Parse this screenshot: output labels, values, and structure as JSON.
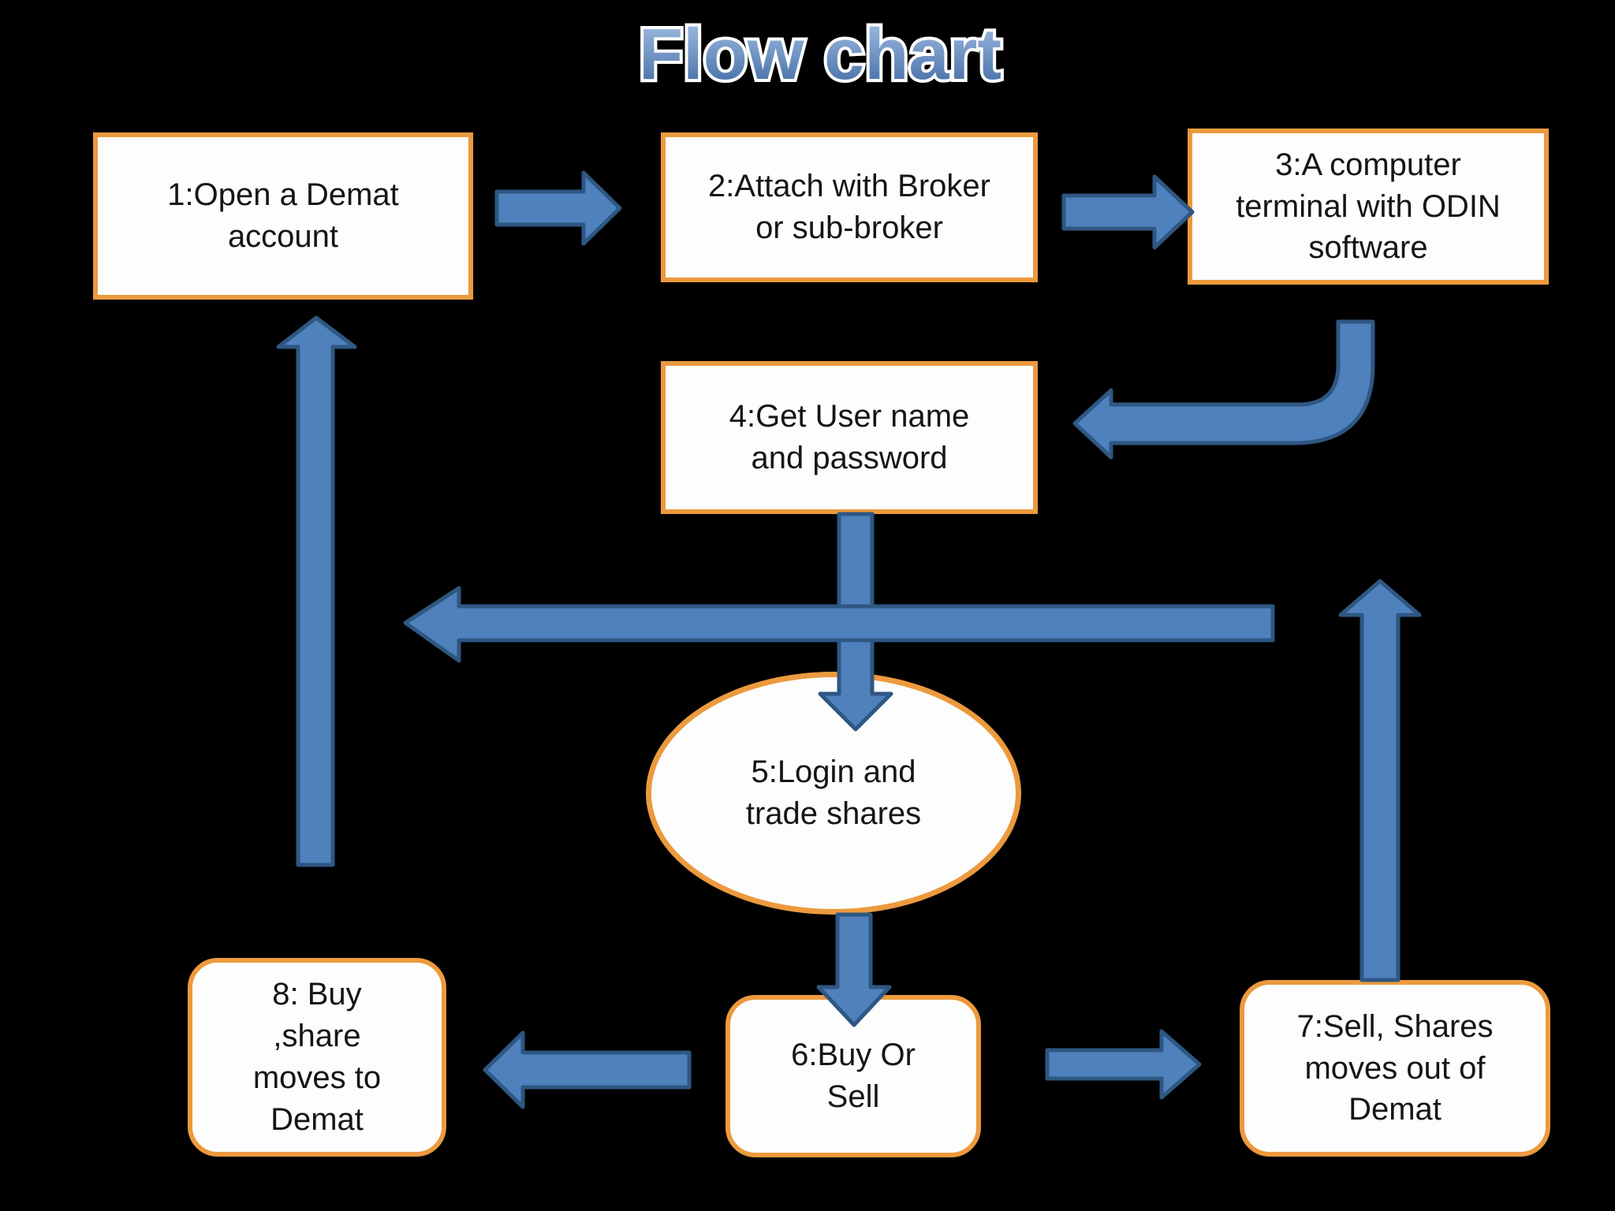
{
  "title": "Flow chart",
  "colors": {
    "background": "#000000",
    "orange": "#EC9A3E",
    "box_fill": "#FDFDFD",
    "text": "#151515",
    "arrow_fill": "#4F81BD",
    "arrow_stroke": "#2E5782",
    "title_top": "#A9C4E7",
    "title_bottom": "#3A66A0"
  },
  "nodes": {
    "n1": {
      "label": "1:Open a Demat\naccount"
    },
    "n2": {
      "label": "2:Attach with Broker\nor sub-broker"
    },
    "n3": {
      "label": "3:A computer\nterminal with ODIN\nsoftware"
    },
    "n4": {
      "label": "4:Get User name\nand password"
    },
    "n5": {
      "label": "5:Login and\ntrade shares"
    },
    "n6": {
      "label": "6:Buy Or\nSell"
    },
    "n7": {
      "label": "7:Sell, Shares\nmoves out of\nDemat"
    },
    "n8": {
      "label": "8: Buy\n,share\nmoves to\nDemat"
    }
  },
  "edges": [
    {
      "from": "1",
      "to": "2"
    },
    {
      "from": "2",
      "to": "3"
    },
    {
      "from": "3",
      "to": "4"
    },
    {
      "from": "4",
      "to": "5"
    },
    {
      "from": "5",
      "to": "6"
    },
    {
      "from": "6",
      "to": "7"
    },
    {
      "from": "6",
      "to": "8"
    },
    {
      "from": "7",
      "to": "return-line-up"
    },
    {
      "from": "return-line-up",
      "to": "long-left-return"
    },
    {
      "from": "long-left-return",
      "to": "left-column-up"
    },
    {
      "from": "left-column-up",
      "to": "1"
    }
  ]
}
